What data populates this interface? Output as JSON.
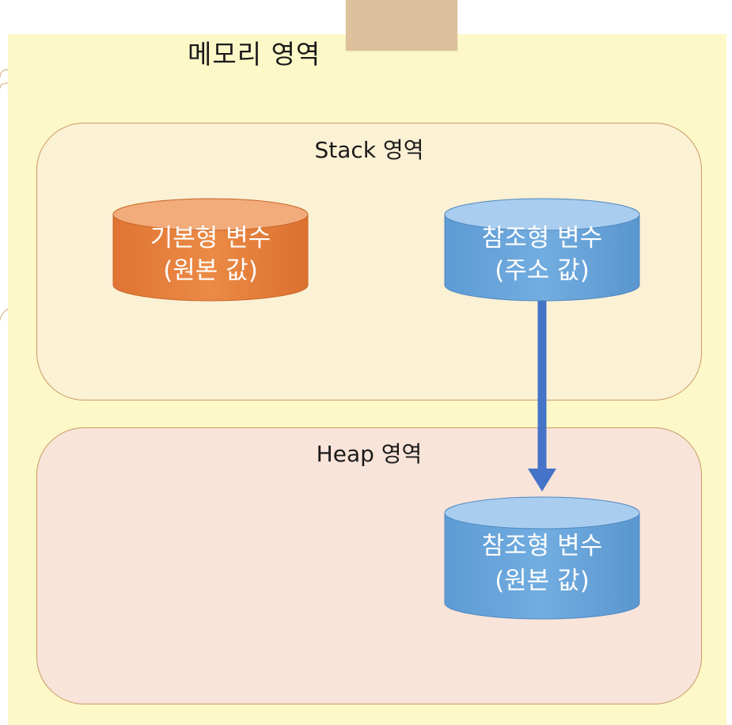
{
  "diagram": {
    "memory_title": "메모리 영역",
    "stack": {
      "title": "Stack 영역",
      "primitive": {
        "line1": "기본형 변수",
        "line2": "(원본 값)"
      },
      "reference": {
        "line1": "참조형 변수",
        "line2": "(주소 값)"
      }
    },
    "heap": {
      "title": "Heap 영역",
      "object": {
        "line1": "참조형 변수",
        "line2": "(원본 값)"
      }
    },
    "colors": {
      "primitive_fill": "#e8823e",
      "reference_fill": "#6aa6da",
      "arrow": "#4573c8",
      "stack_bg": "#fbf1d4",
      "heap_bg": "#f9e4da",
      "panel_bg": "#fdf8c8"
    },
    "connections": [
      {
        "from": "stack.reference",
        "to": "heap.object"
      }
    ]
  }
}
